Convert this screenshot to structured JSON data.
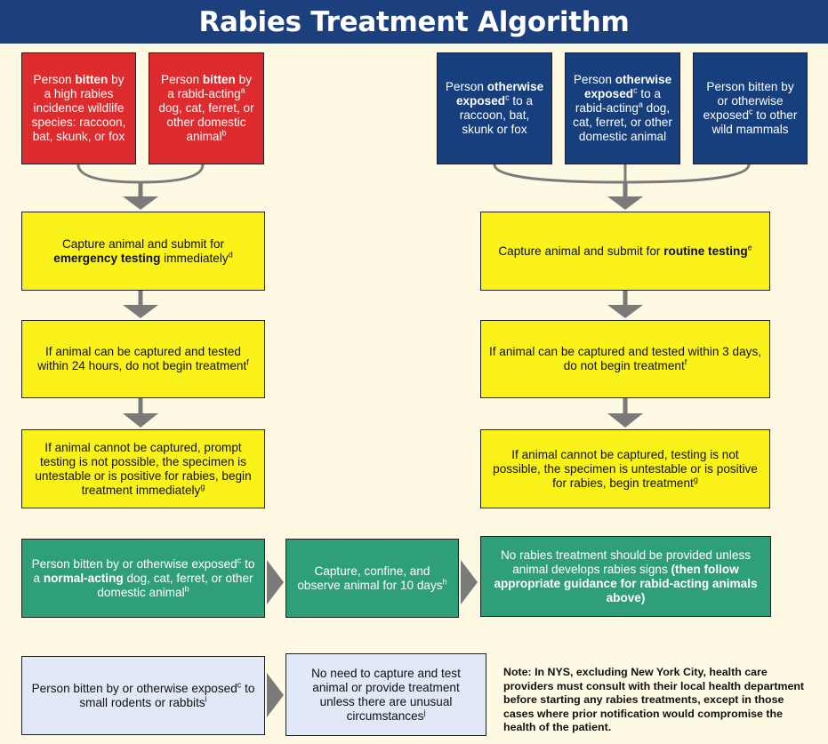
{
  "title": "Rabies Treatment Algorithm",
  "left": {
    "bitten_wildlife": {
      "pre": "Person ",
      "bold": "bitten",
      "post": " by a high rabies incidence wildlife species: raccoon, bat, skunk, or fox"
    },
    "bitten_domestic": {
      "pre": "Person ",
      "bold": "bitten",
      "mid": " by a rabid-acting",
      "sup1": "a",
      "post": " dog, cat, ferret, or other domestic animal",
      "sup2": "b"
    },
    "capture": {
      "pre": "Capture animal and submit for ",
      "bold": "emergency testing",
      "post": " immediately",
      "sup": "d"
    },
    "within24": {
      "text": "If animal can be captured and tested within 24 hours, do not begin treatment",
      "sup": "f"
    },
    "cannot": {
      "text": "If animal cannot be captured, prompt testing is not possible, the specimen is untestable or is positive for rabies, begin treatment immediately",
      "sup": "g"
    }
  },
  "right": {
    "exposed_wildlife": {
      "pre": "Person ",
      "bold": "otherwise exposed",
      "sup": "c",
      "post": " to a raccoon, bat, skunk or fox"
    },
    "exposed_domestic": {
      "pre": "Person ",
      "bold": "otherwise exposed",
      "sup1": "c",
      "mid": " to a rabid-acting",
      "sup2": "a",
      "post": " dog, cat, ferret, or other domestic animal"
    },
    "other_wild": {
      "pre": "Person bitten by or otherwise exposed",
      "sup": "c",
      "post": " to other wild mammals"
    },
    "capture": {
      "pre": "Capture animal and submit for ",
      "bold": "routine testing",
      "sup": "e"
    },
    "within3": {
      "text": "If animal can be captured and tested within 3 days, do not begin treatment",
      "sup": "f"
    },
    "cannot": {
      "text": "If animal cannot be captured, testing is not possible, the specimen is untestable or is positive for rabies, begin treatment",
      "sup": "g"
    }
  },
  "normal": {
    "person": {
      "pre": "Person bitten by or otherwise exposed",
      "sup1": "c",
      "mid": " to a ",
      "bold": "normal-acting",
      "post": " dog, cat, ferret, or other domestic animal",
      "sup2": "b"
    },
    "observe": {
      "text": "Capture, confine, and observe animal for 10 days",
      "sup": "h"
    },
    "no_treatment": {
      "text": "No rabies treatment should be provided unless animal develops rabies signs ",
      "bold": "(then follow appropriate guidance for rabid-acting animals above)"
    }
  },
  "rodents": {
    "person": {
      "pre": "Person bitten by or otherwise exposed",
      "sup1": "c",
      "post": " to small rodents or rabbits",
      "sup2": "i"
    },
    "no_need": {
      "text": "No need to capture and test animal or provide treatment unless there are unusual circumstances",
      "sup": "j"
    }
  },
  "note": {
    "text": "Note: In NYS, excluding New York City, health care providers must consult with their local health department before starting any rabies treatments, except in those cases where prior notification would compromise the health of the patient."
  },
  "colors": {
    "title_bar": "#1c3f7d",
    "red": "#dd2b2e",
    "blue": "#173f7e",
    "yellow": "#fbf219",
    "green": "#2f9f79",
    "light_blue": "#e1e8f8",
    "arrow": "#7a7a7a",
    "background": "#fdf9e3"
  }
}
